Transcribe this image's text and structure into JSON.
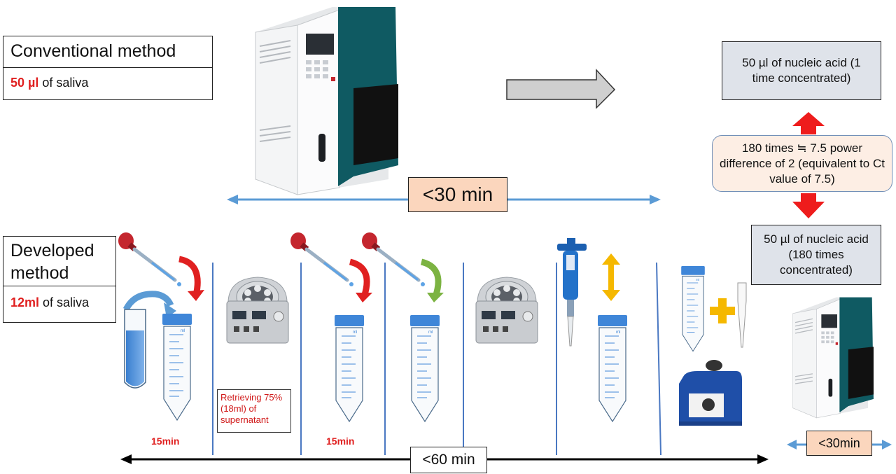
{
  "conventional": {
    "title": "Conventional method",
    "amount": "50 µl",
    "amount_suffix": " of saliva"
  },
  "developed": {
    "title_line1": "Developed",
    "title_line2": "method",
    "amount": "12ml",
    "amount_suffix": " of saliva"
  },
  "top_time": "<30 min",
  "bottom_time": "<60 min",
  "right_time": "<30min",
  "step1_time": "15min",
  "step3_time": "15min",
  "retrieving_note": "Retrieving 75% (18ml) of supernatant",
  "result_top": "50 µl of nucleic acid (1 time concentrated)",
  "difference_note": "180 times ≒ 7.5 power difference of 2 (equivalent to Ct value of 7.5)",
  "result_bottom": "50 µl of nucleic acid (180 times concentrated)",
  "colors": {
    "accent_red": "#e02020",
    "arrow_blue": "#5b9bd5",
    "machine_teal": "#0f5a62",
    "box_grey": "#dfe3ea",
    "box_peach": "#fbd6bd"
  },
  "icons": [
    "extraction-machine",
    "dropper",
    "centrifuge",
    "conical-tube",
    "test-tube",
    "pipette",
    "vortex-mixer",
    "pipette-tip"
  ]
}
